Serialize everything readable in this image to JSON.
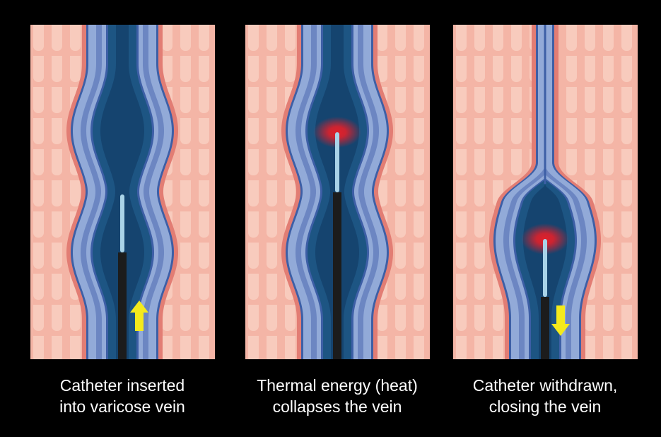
{
  "panels": [
    {
      "caption_line1": "Catheter inserted",
      "caption_line2": "into varicose vein",
      "arrow": "up"
    },
    {
      "caption_line1": "Thermal energy (heat)",
      "caption_line2": "collapses the vein",
      "arrow": "none"
    },
    {
      "caption_line1": "Catheter withdrawn,",
      "caption_line2": "closing the vein",
      "arrow": "down"
    }
  ],
  "colors": {
    "tissue": "#f4b5a6",
    "tissue_cell": "#f8cbbd",
    "vein_border": "#e27d74",
    "vein_outline": "#3d5fa6",
    "vein_light": "#92aad8",
    "vein_mid": "#6c86c2",
    "vein_inner": "#1d5583",
    "vein_core": "#15446f",
    "catheter": "#1c1c1c",
    "fiber": "#a9d3e8",
    "heat": "#e0202a",
    "arrow": "#f4ea1c"
  }
}
